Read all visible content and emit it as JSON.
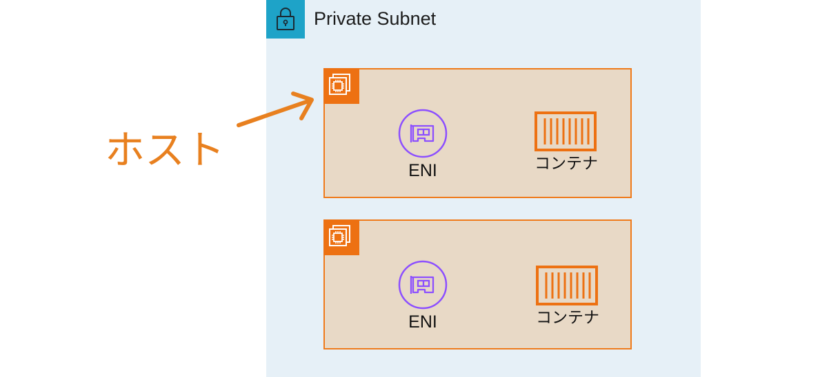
{
  "subnet": {
    "title": "Private Subnet",
    "badge_icon": "lock-icon",
    "badge_color": "#1ea3c8",
    "background_color": "#e6f0f7"
  },
  "callout": {
    "label": "ホスト",
    "color": "#e8801f"
  },
  "hosts": [
    {
      "badge_icon": "ec2-instances-icon",
      "eni_icon": "network-interface-icon",
      "eni_label": "ENI",
      "container_icon": "container-icon",
      "container_label": "コンテナ"
    },
    {
      "badge_icon": "ec2-instances-icon",
      "eni_icon": "network-interface-icon",
      "eni_label": "ENI",
      "container_icon": "container-icon",
      "container_label": "コンテナ"
    }
  ],
  "colors": {
    "host_fill": "#e8d9c6",
    "host_border": "#ef7a1a",
    "eni_purple": "#8c4fff",
    "container_orange": "#ed7112"
  }
}
